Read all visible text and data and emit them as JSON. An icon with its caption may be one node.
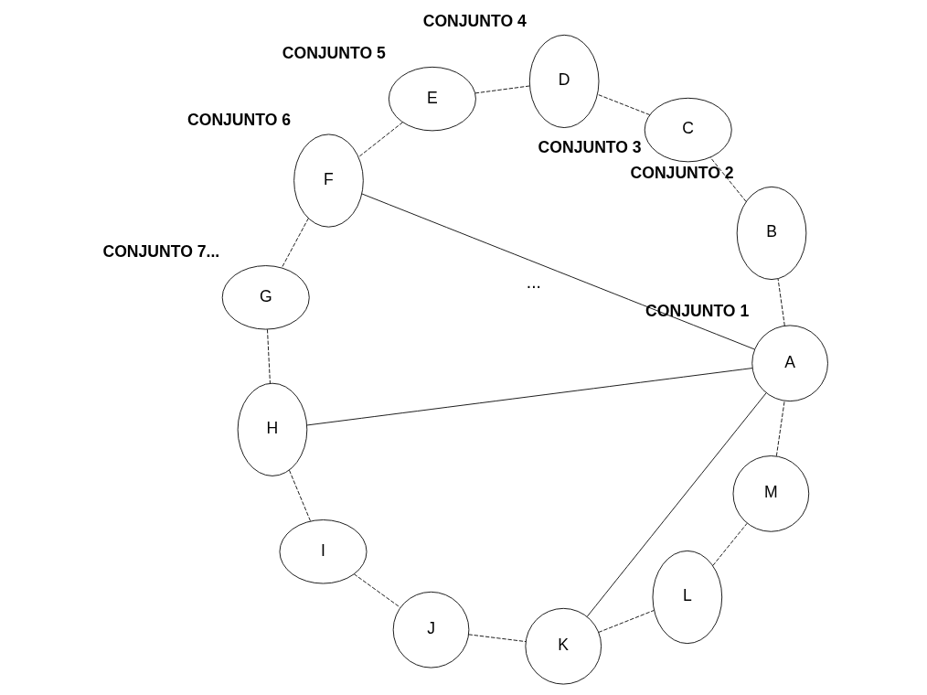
{
  "diagram": {
    "nodes": [
      {
        "text": [
          "A"
        ],
        "beside": [
          "CONJUNTO 1"
        ]
      },
      {
        "text": [
          "B"
        ],
        "beside": [
          "CONJUNTO 2"
        ]
      },
      {
        "text": [
          "C"
        ],
        "beside": [
          "CONJUNTO 3"
        ]
      },
      {
        "text": [
          "D"
        ],
        "beside": [
          "CONJUNTO 4"
        ]
      },
      {
        "text": [
          "E"
        ],
        "beside": [
          "CONJUNTO 5"
        ]
      },
      {
        "text": [
          "F"
        ],
        "beside": [
          "CONJUNTO 6"
        ]
      },
      {
        "text": [
          "G"
        ],
        "beside": [
          "CONJUNTO 7..."
        ]
      },
      {
        "text": [
          "H"
        ]
      },
      {
        "text": [
          "I"
        ]
      },
      {
        "text": [
          "J"
        ]
      },
      {
        "text": [
          "K"
        ]
      },
      {
        "text": [
          "L"
        ]
      },
      {
        "text": [
          "M"
        ]
      }
    ],
    "edges": [
      {
        "from": 0,
        "to": 1,
        "arrow": "none",
        "style": "dashed"
      },
      {
        "from": 1,
        "to": 2,
        "arrow": "none",
        "style": "dashed"
      },
      {
        "from": 2,
        "to": 3,
        "arrow": "none",
        "style": "dashed"
      },
      {
        "from": 3,
        "to": 4,
        "arrow": "none",
        "style": "dashed"
      },
      {
        "from": 4,
        "to": 5,
        "arrow": "none",
        "style": "dashed"
      },
      {
        "from": 5,
        "to": 6,
        "arrow": "none",
        "style": "dashed"
      },
      {
        "from": 6,
        "to": 7,
        "arrow": "none",
        "style": "dashed"
      },
      {
        "from": 7,
        "to": 8,
        "arrow": "none",
        "style": "dashed"
      },
      {
        "from": 8,
        "to": 9,
        "arrow": "none",
        "style": "dashed"
      },
      {
        "from": 9,
        "to": 10,
        "arrow": "none",
        "style": "dashed"
      },
      {
        "from": 10,
        "to": 11,
        "arrow": "none",
        "style": "dashed"
      },
      {
        "from": 11,
        "to": 12,
        "arrow": "none",
        "style": "dashed"
      },
      {
        "from": 12,
        "to": 0,
        "arrow": "none",
        "style": "dashed"
      },
      {
        "from": 0,
        "to": 5,
        "arrow": "none"
      },
      {
        "from": 0,
        "to": 7,
        "arrow": "none"
      },
      {
        "from": 0,
        "to": 10,
        "arrow": "none"
      }
    ],
    "labels": [
      "..."
    ]
  }
}
